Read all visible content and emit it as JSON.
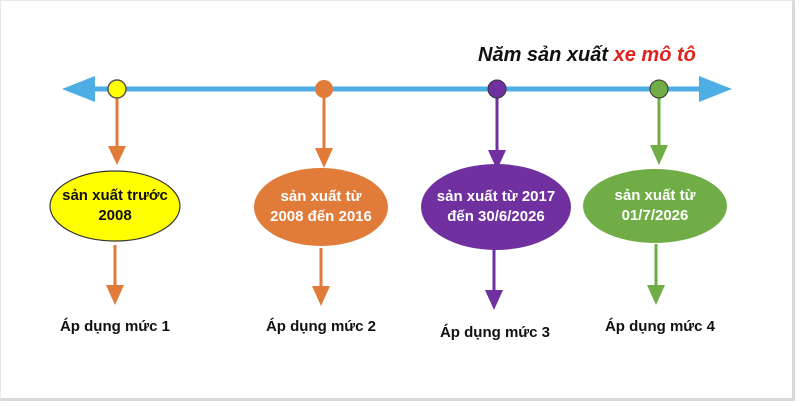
{
  "title": {
    "prefix": "Năm sản xuất",
    "highlight": "xe mô tô"
  },
  "stages": [
    {
      "label": "sản xuất trước 2008",
      "color": "#ffff00",
      "text_color": "#111111",
      "caption": "Áp dụng mức 1"
    },
    {
      "label": "sản xuất từ 2008 đến 2016",
      "color": "#e07b39",
      "text_color": "#ffffff",
      "caption": "Áp dụng mức 2"
    },
    {
      "label": "sản xuất từ 2017 đến 30/6/2026",
      "color": "#7030a0",
      "text_color": "#ffffff",
      "caption": "Áp dụng mức 3"
    },
    {
      "label": "sản xuất từ 01/7/2026",
      "color": "#70ad47",
      "text_color": "#ffffff",
      "caption": "Áp dụng mức 4"
    }
  ],
  "colors": {
    "timeline": "#4eaee3",
    "title_accent": "#e0211d"
  }
}
